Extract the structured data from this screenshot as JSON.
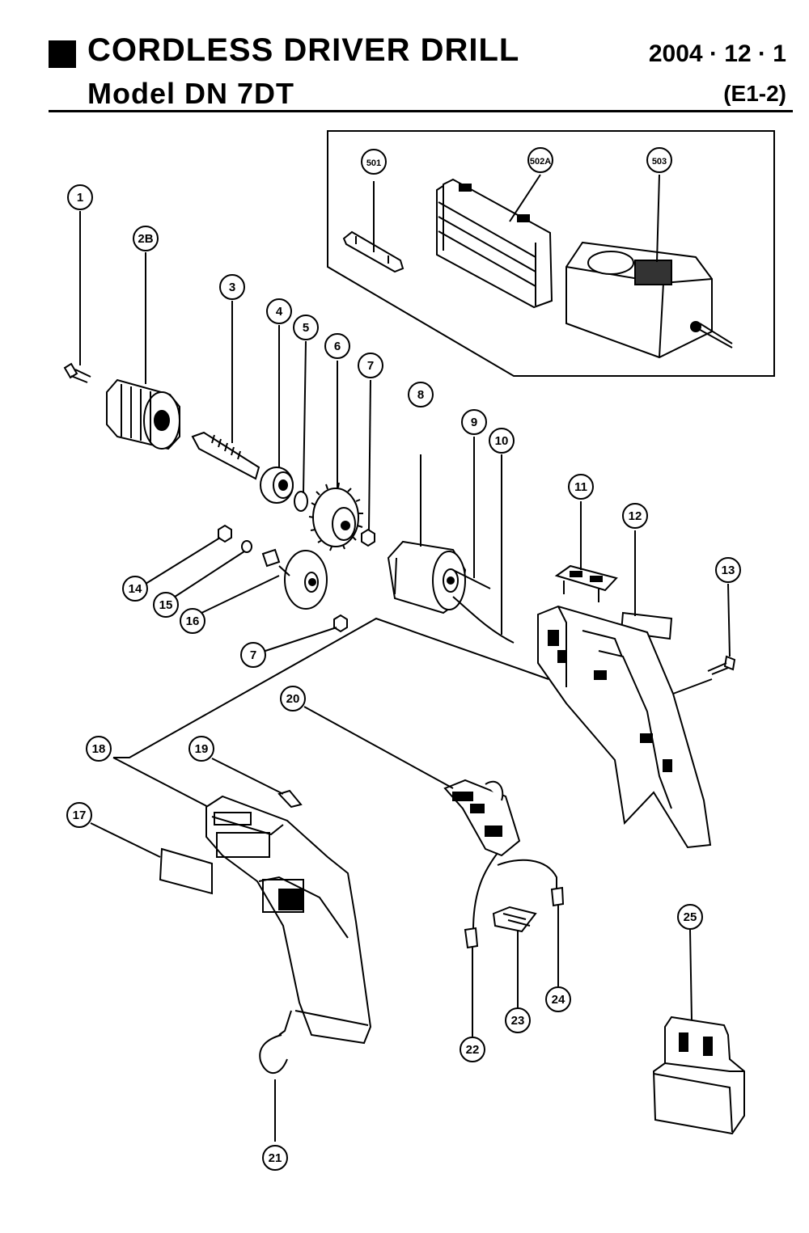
{
  "header": {
    "title": "CORDLESS DRIVER DRILL",
    "model": "Model  DN  7DT",
    "date": "2004 · 12 · 1",
    "sheet": "(E1-2)"
  },
  "callouts": [
    {
      "id": "c-1",
      "label": "1"
    },
    {
      "id": "c-2b",
      "label": "2B"
    },
    {
      "id": "c-3",
      "label": "3"
    },
    {
      "id": "c-4",
      "label": "4"
    },
    {
      "id": "c-5",
      "label": "5"
    },
    {
      "id": "c-6",
      "label": "6"
    },
    {
      "id": "c-7a",
      "label": "7"
    },
    {
      "id": "c-7b",
      "label": "7"
    },
    {
      "id": "c-8",
      "label": "8"
    },
    {
      "id": "c-9",
      "label": "9"
    },
    {
      "id": "c-10",
      "label": "10"
    },
    {
      "id": "c-11",
      "label": "11"
    },
    {
      "id": "c-12",
      "label": "12"
    },
    {
      "id": "c-13",
      "label": "13"
    },
    {
      "id": "c-14",
      "label": "14"
    },
    {
      "id": "c-15",
      "label": "15"
    },
    {
      "id": "c-16",
      "label": "16"
    },
    {
      "id": "c-17",
      "label": "17"
    },
    {
      "id": "c-18",
      "label": "18"
    },
    {
      "id": "c-19",
      "label": "19"
    },
    {
      "id": "c-20",
      "label": "20"
    },
    {
      "id": "c-21",
      "label": "21"
    },
    {
      "id": "c-22",
      "label": "22"
    },
    {
      "id": "c-23",
      "label": "23"
    },
    {
      "id": "c-24",
      "label": "24"
    },
    {
      "id": "c-25",
      "label": "25"
    },
    {
      "id": "c-501",
      "label": "501"
    },
    {
      "id": "c-502a",
      "label": "502A"
    },
    {
      "id": "c-503",
      "label": "503"
    }
  ]
}
